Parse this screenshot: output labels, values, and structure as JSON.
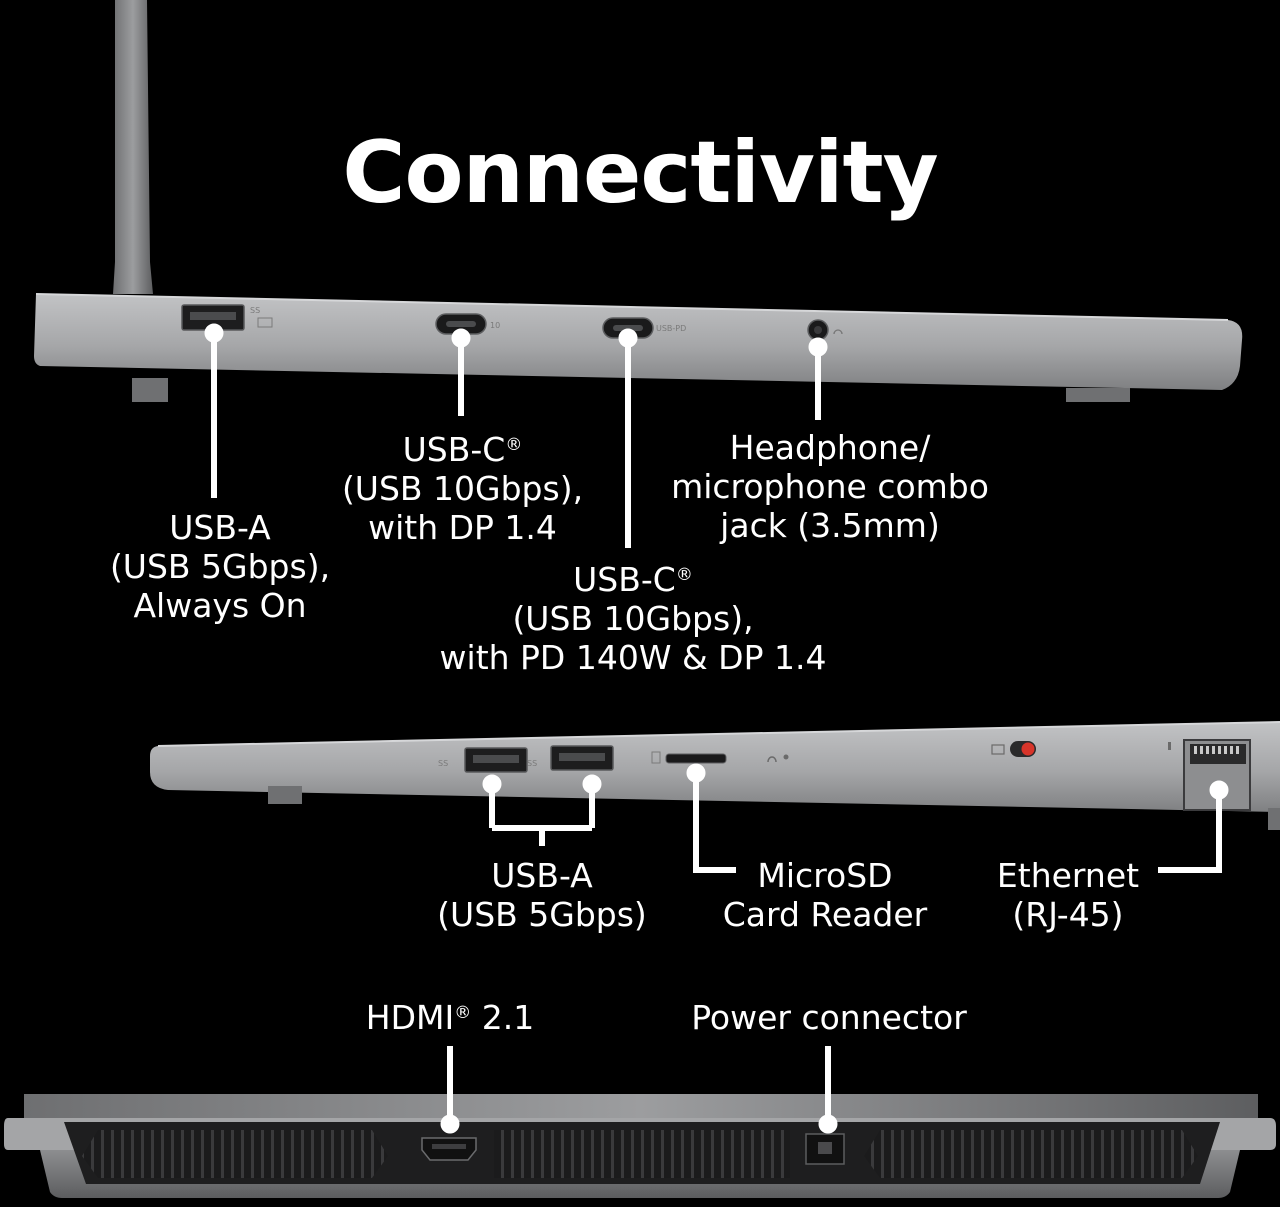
{
  "title": "Connectivity",
  "side_view_1": {
    "port_markings": {
      "usb_a": "SS",
      "usb_c_10": "10",
      "usb_pd": "USB-PD"
    },
    "labels": {
      "usb_a": [
        "USB-A",
        "(USB 5Gbps),",
        "Always On"
      ],
      "usb_c_1_line1": "USB-C",
      "usb_c_1_line2": "(USB 10Gbps),",
      "usb_c_1_line3": "with DP 1.4",
      "usb_c_2_line1": "USB-C",
      "usb_c_2_line2": "(USB 10Gbps),",
      "usb_c_2_line3": "with PD 140W & DP 1.4",
      "headphone": [
        "Headphone/",
        "microphone combo",
        "jack (3.5mm)"
      ]
    },
    "registered_mark": "®"
  },
  "side_view_2": {
    "port_markings": {
      "usb_a": "SS"
    },
    "labels": {
      "usb_a": [
        "USB-A",
        "(USB 5Gbps)"
      ],
      "microsd": [
        "MicroSD",
        "Card Reader"
      ],
      "ethernet": [
        "Ethernet",
        "(RJ-45)"
      ]
    }
  },
  "rear_view": {
    "labels": {
      "hdmi_name": "HDMI",
      "hdmi_version": "2.1",
      "power": "Power connector"
    }
  },
  "colors": {
    "background": "#000000",
    "chassis": "#a3a4a6",
    "accent_switch": "#d8352a",
    "callout": "#ffffff"
  }
}
